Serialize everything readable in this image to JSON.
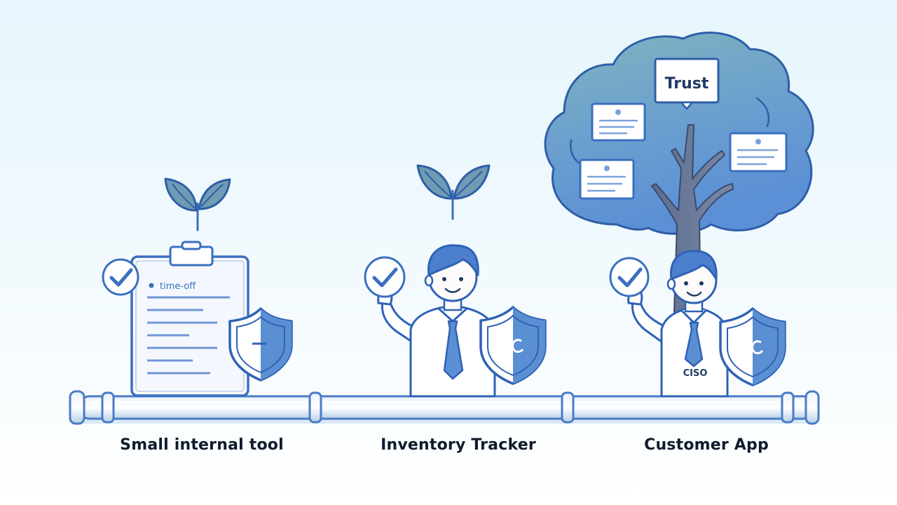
{
  "stages": [
    {
      "label": "Small internal tool",
      "clipboard_text": "time-off"
    },
    {
      "label": "Inventory Tracker"
    },
    {
      "label": "Customer App",
      "badge_text": "CISO"
    }
  ],
  "tree": {
    "sign_text": "Trust"
  },
  "colors": {
    "accent_blue": "#3a6fc0",
    "outline": "#2f62b5",
    "shield_fill": "#5b8fd3",
    "leaf_fill": "#6f9bb3",
    "tree_top": "#79b3c3",
    "tree_bottom": "#5a8fd0",
    "trunk": "#6a7a9c",
    "label_text": "#0f1b2d"
  }
}
